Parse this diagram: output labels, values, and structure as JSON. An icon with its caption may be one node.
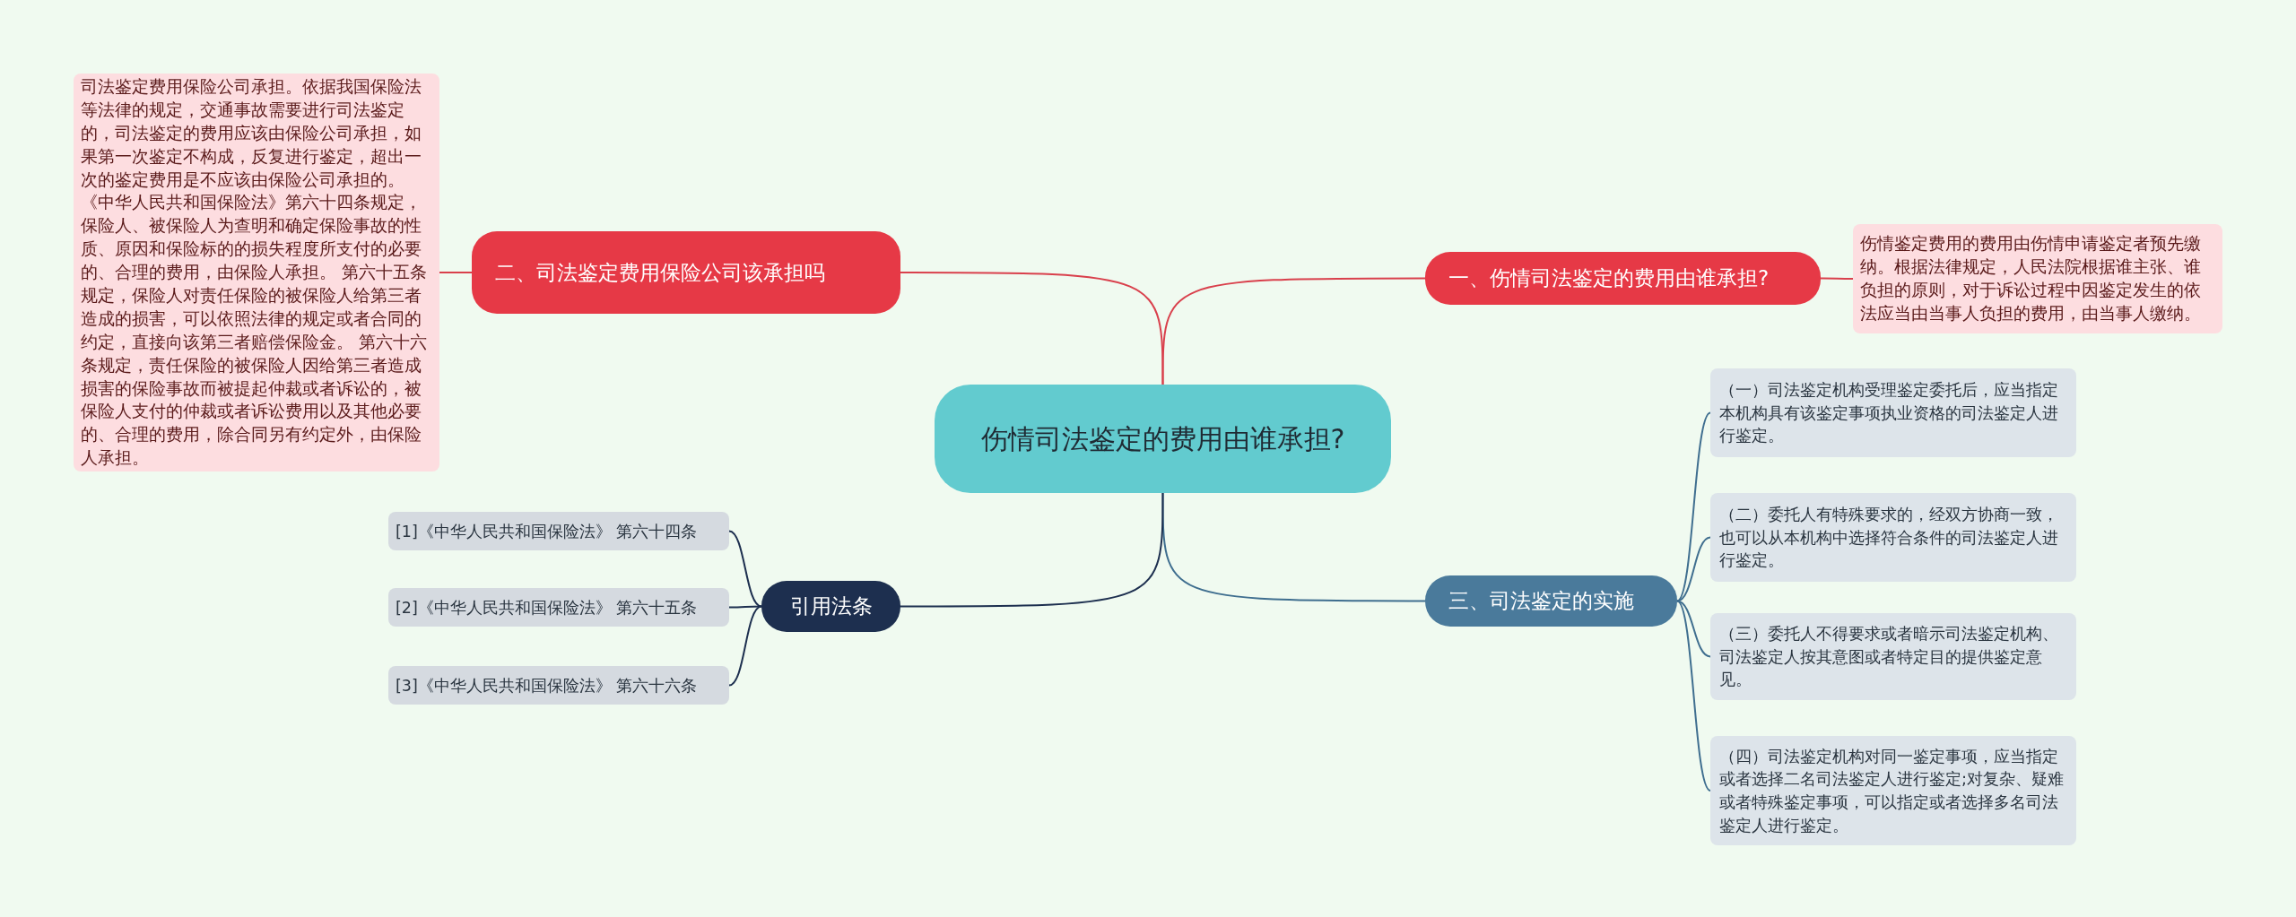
{
  "diagram": {
    "nodes": [
      {
        "text": [
          "伤情司法鉴定的费用由谁承担?"
        ]
      },
      {
        "text": [
          "一、伤情司法鉴定的费用由谁承担?"
        ]
      },
      {
        "text": [
          "伤情鉴定费用的费用由伤情申请鉴定者预先缴纳。根据法律规定，人民法院根据谁主张、谁负担的原则，对于诉讼过程中因鉴定发生的依法应当由当事人负担的费用，由当事人缴纳。"
        ]
      },
      {
        "text": [
          "二、司法鉴定费用保险公司该承担吗"
        ]
      },
      {
        "text": [
          "司法鉴定费用保险公司承担。依据我国保险法等法律的规定，交通事故需要进行司法鉴定的，司法鉴定的费用应该由保险公司承担，如果第一次鉴定不构成，反复进行鉴定，超出一次的鉴定费用是不应该由保险公司承担的。《中华人民共和国保险法》第六十四条规定，保险人、被保险人为查明和确定保险事故的性质、原因和保险标的的损失程度所支付的必要的、合理的费用，由保险人承担。 第六十五条规定，保险人对责任保险的被保险人给第三者造成的损害，可以依照法律的规定或者合同的约定，直接向该第三者赔偿保险金。 第六十六条规定，责任保险的被保险人因给第三者造成损害的保险事故而被提起仲裁或者诉讼的，被保险人支付的仲裁或者诉讼费用以及其他必要的、合理的费用，除合同另有约定外，由保险人承担。"
        ]
      },
      {
        "text": [
          "三、司法鉴定的实施"
        ]
      },
      {
        "text": [
          "（一）司法鉴定机构受理鉴定委托后，应当指定本机构具有该鉴定事项执业资格的司法鉴定人进行鉴定。"
        ]
      },
      {
        "text": [
          "（二）委托人有特殊要求的，经双方协商一致，也可以从本机构中选择符合条件的司法鉴定人进行鉴定。"
        ]
      },
      {
        "text": [
          "（三）委托人不得要求或者暗示司法鉴定机构、司法鉴定人按其意图或者特定目的提供鉴定意见。"
        ]
      },
      {
        "text": [
          "（四）司法鉴定机构对同一鉴定事项，应当指定或者选择二名司法鉴定人进行鉴定;对复杂、疑难或者特殊鉴定事项，可以指定或者选择多名司法鉴定人进行鉴定。"
        ]
      },
      {
        "text": [
          "引用法条"
        ]
      },
      {
        "text": [
          "[1]《中华人民共和国保险法》 第六十四条"
        ]
      },
      {
        "text": [
          "[2]《中华人民共和国保险法》 第六十五条"
        ]
      },
      {
        "text": [
          "[3]《中华人民共和国保险法》 第六十六条"
        ]
      }
    ],
    "edges": [
      {
        "from": 0,
        "to": 1,
        "arrow": "none",
        "color": "#d9404c"
      },
      {
        "from": 1,
        "to": 2,
        "arrow": "none",
        "color": "#d9404c"
      },
      {
        "from": 0,
        "to": 3,
        "arrow": "none",
        "color": "#d9404c"
      },
      {
        "from": 3,
        "to": 4,
        "arrow": "none",
        "color": "#d9404c"
      },
      {
        "from": 0,
        "to": 5,
        "arrow": "none"
      },
      {
        "from": 5,
        "to": 6,
        "arrow": "none"
      },
      {
        "from": 5,
        "to": 7,
        "arrow": "none"
      },
      {
        "from": 5,
        "to": 8,
        "arrow": "none"
      },
      {
        "from": 5,
        "to": 9,
        "arrow": "none"
      },
      {
        "from": 0,
        "to": 10,
        "arrow": "none",
        "color": "#1d2f4f"
      },
      {
        "from": 10,
        "to": 11,
        "arrow": "none",
        "color": "#1d2f4f"
      },
      {
        "from": 10,
        "to": 12,
        "arrow": "none",
        "color": "#1d2f4f"
      },
      {
        "from": 10,
        "to": 13,
        "arrow": "none",
        "color": "#1d2f4f"
      }
    ]
  }
}
